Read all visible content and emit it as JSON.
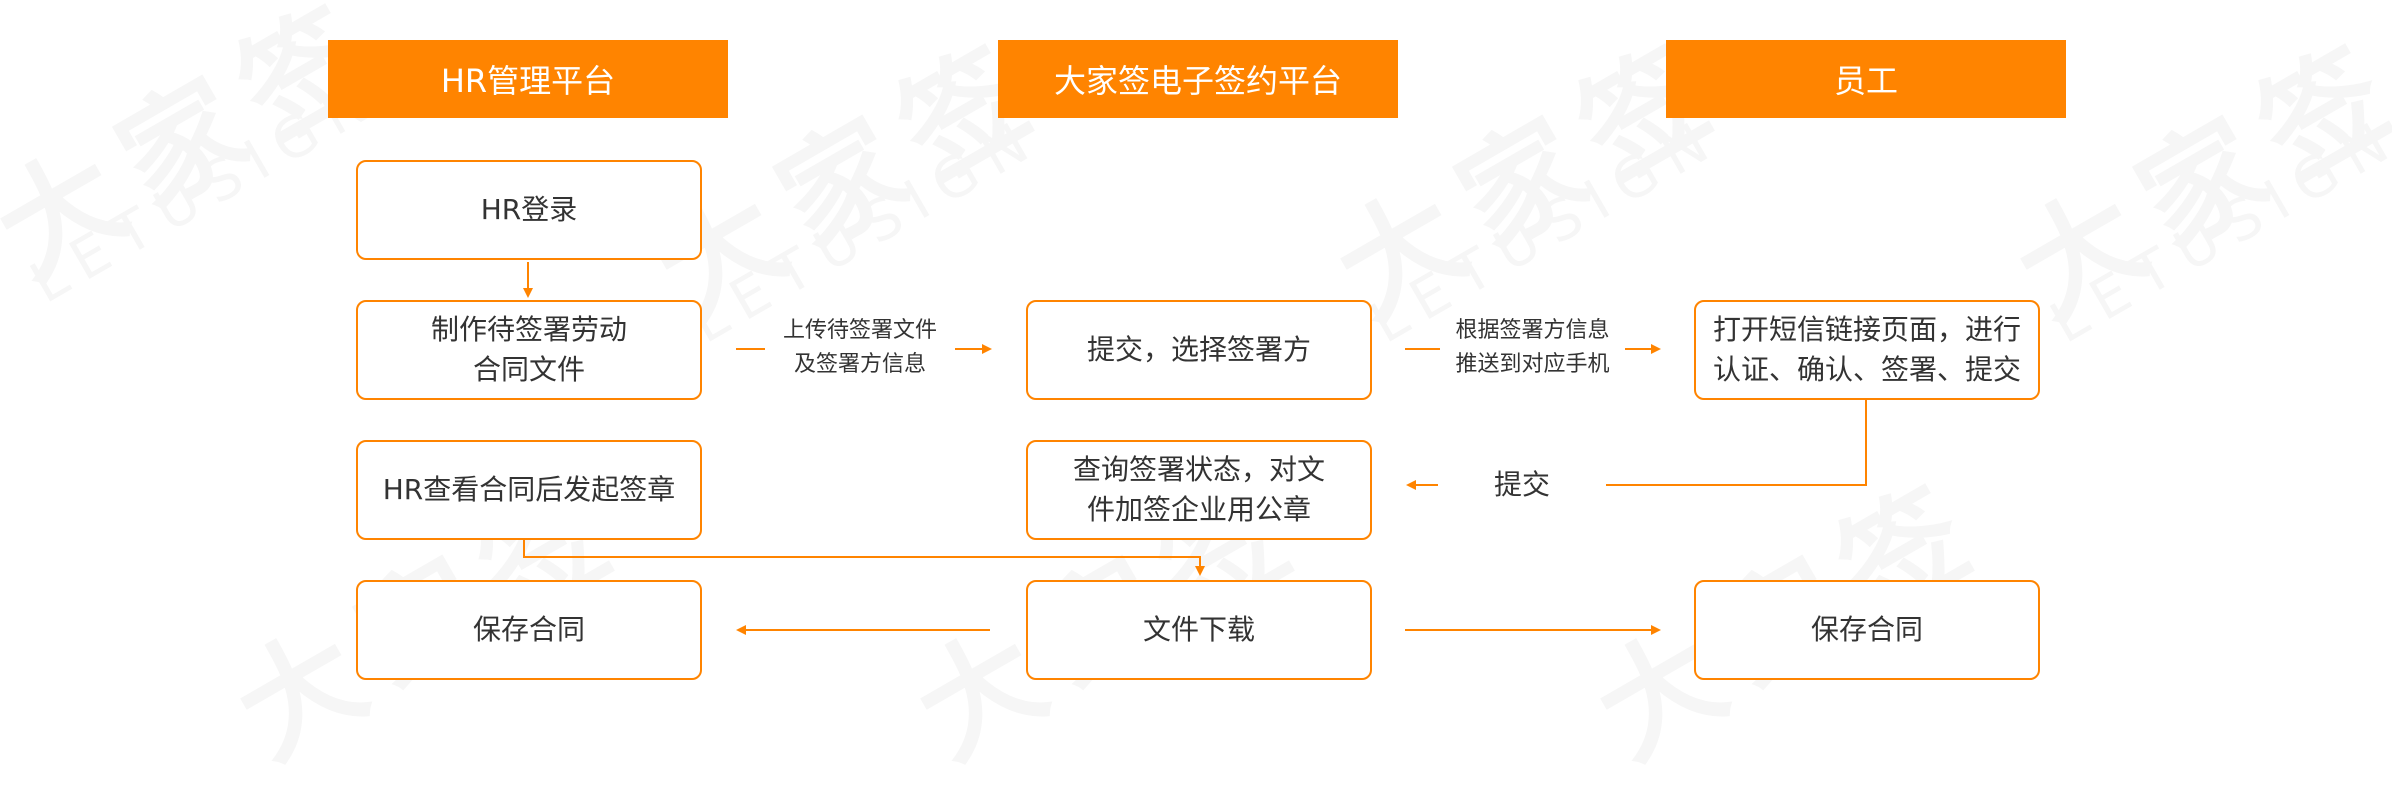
{
  "lanes": {
    "hr": "HR管理平台",
    "platform": "大家签电子签约平台",
    "employee": "员工"
  },
  "nodes": {
    "hr_login": "HR登录",
    "make_contract": "制作待签署劳动\n合同文件",
    "hr_review": "HR查看合同后发起签章",
    "hr_save": "保存合同",
    "submit_select": "提交，选择签署方",
    "query_status": "查询签署状态，对文\n件加签企业用公章",
    "download": "文件下载",
    "open_sms": "打开短信链接页面，进行\n认证、确认、签署、提交",
    "emp_save": "保存合同"
  },
  "edges": {
    "upload": "上传待签署文件\n及签署方信息",
    "push": "根据签署方信息\n推送到对应手机",
    "submit": "提交"
  },
  "colors": {
    "accent": "#ff8400",
    "header_text": "#ffffff",
    "node_text": "#333333"
  }
}
